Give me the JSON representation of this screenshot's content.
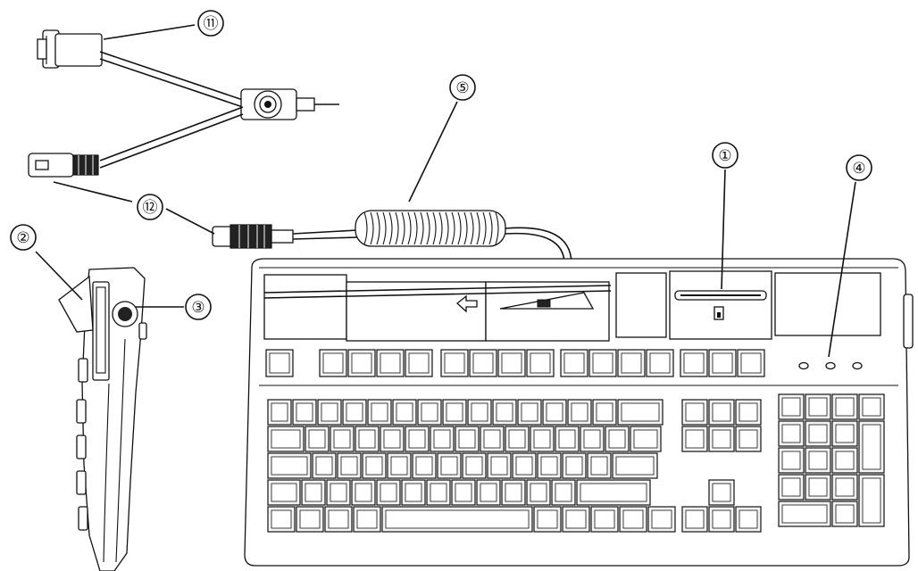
{
  "callouts": {
    "c1": "①",
    "c2": "②",
    "c3": "③",
    "c4": "④",
    "c5": "⑤",
    "c11": "⑪",
    "c12": "⑫"
  }
}
